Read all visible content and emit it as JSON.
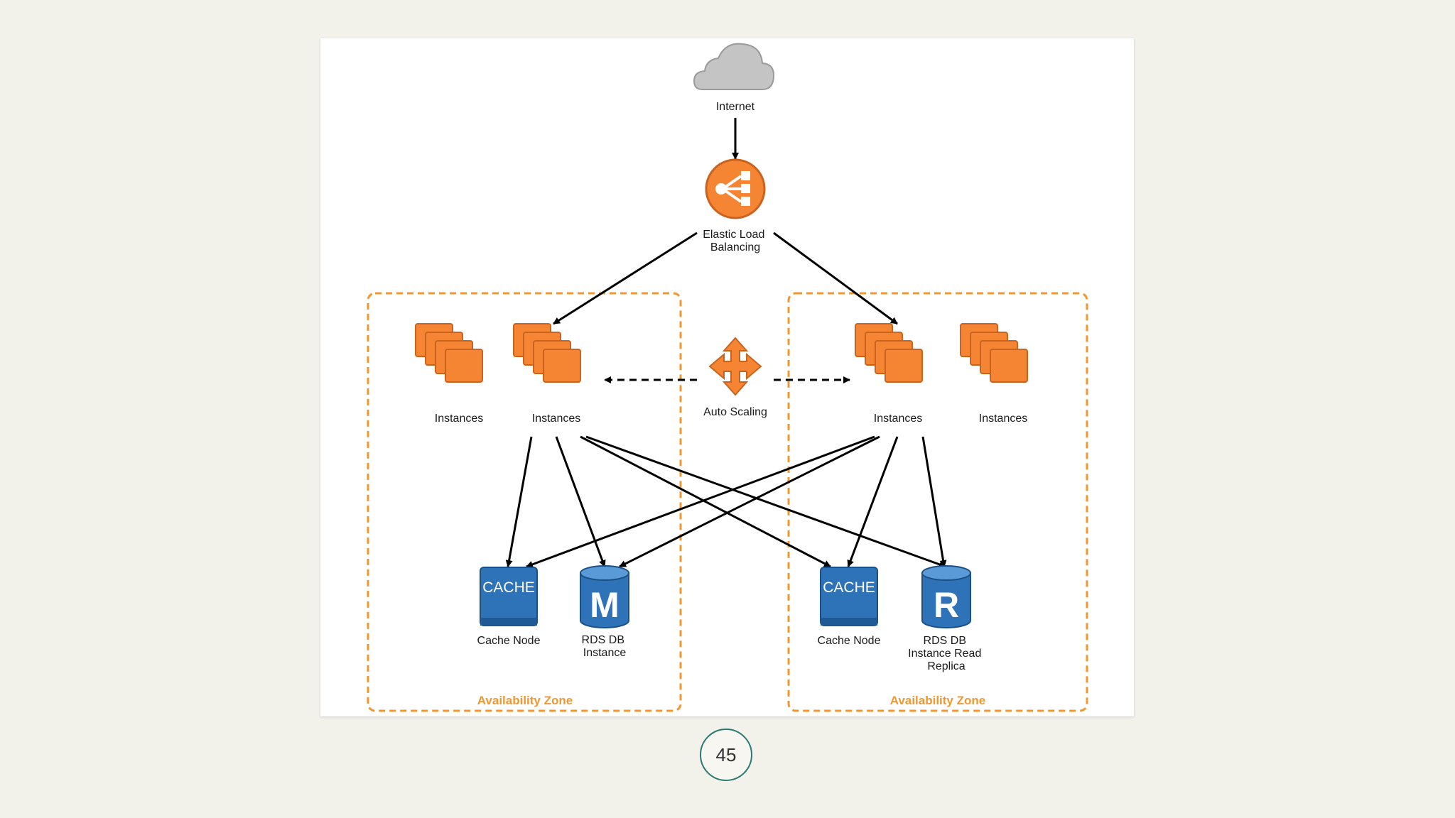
{
  "diagram": {
    "internet_label": "Internet",
    "elb_label_line1": "Elastic Load",
    "elb_label_line2": "Balancing",
    "auto_scaling_label": "Auto Scaling",
    "instances_label": "Instances",
    "left_zone": {
      "zone_label": "Availability Zone",
      "cache_node_label": "Cache Node",
      "cache_icon_text": "CACHE",
      "rds_label_line1": "RDS DB",
      "rds_label_line2": "Instance",
      "rds_icon_letter": "M"
    },
    "right_zone": {
      "zone_label": "Availability Zone",
      "cache_node_label": "Cache Node",
      "cache_icon_text": "CACHE",
      "replica_label_line1": "RDS DB",
      "replica_label_line2": "Instance Read",
      "replica_label_line3": "Replica",
      "replica_icon_letter": "R"
    },
    "colors": {
      "aws_orange": "#f58533",
      "aws_orange_dark": "#c9631e",
      "db_blue": "#2e73b8",
      "zone_border": "#f0972f",
      "cloud_grey": "#c4c4c4"
    }
  },
  "page_number": "45"
}
